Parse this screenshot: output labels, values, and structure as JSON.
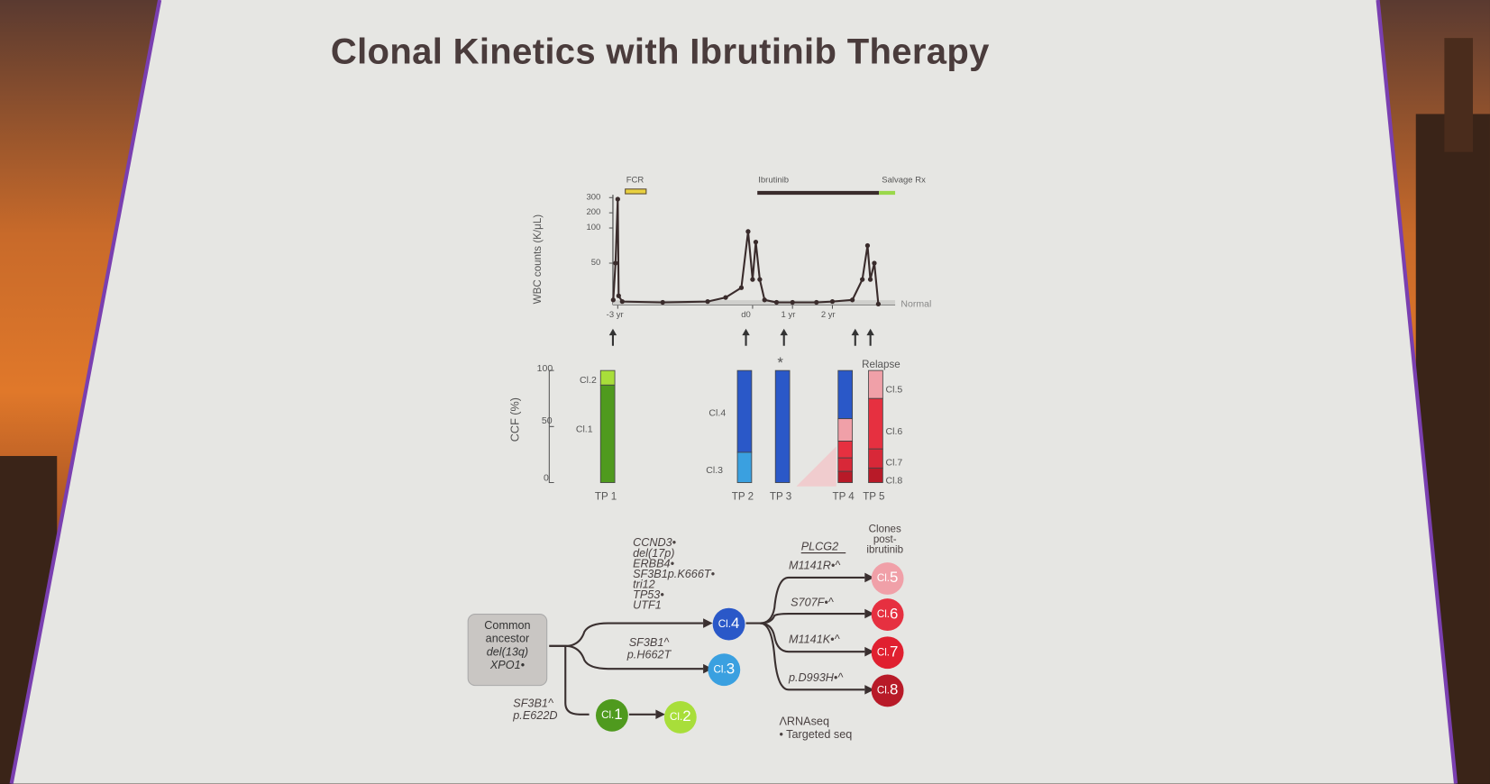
{
  "slide": {
    "title": "Clonal Kinetics with Ibrutinib Therapy"
  },
  "colors": {
    "slide_bg": "#e6e6e3",
    "frame": "#7a3fb0",
    "green_dark": "#4f9a1e",
    "green_light": "#a8de3a",
    "blue_dark": "#2a58c8",
    "blue_light": "#3aa0e0",
    "pink": "#f0a0a8",
    "red": "#e63040",
    "red_dark": "#b81a28"
  },
  "chart_data": [
    {
      "type": "line",
      "title": "",
      "ylabel": "WBC counts (K/μL)",
      "yticks": [
        "300",
        "200",
        "100",
        "50"
      ],
      "xticks": [
        {
          "t": -3,
          "label": "-3 yr"
        },
        {
          "t": 0,
          "label": "d0"
        },
        {
          "t": 1,
          "label": "1 yr"
        },
        {
          "t": 2,
          "label": "2 yr"
        }
      ],
      "normal_label": "Normal",
      "therapies": [
        {
          "label": "FCR",
          "start": -3.05,
          "end": -2.55,
          "color": "#e8d040"
        },
        {
          "label": "Ibrutinib",
          "start": 0.1,
          "end": 3.0,
          "color": "#3a2c2c"
        },
        {
          "label": "Salvage Rx",
          "start": 3.0,
          "end": 3.4,
          "color": "#9ad84a"
        }
      ],
      "points": [
        [
          -3.1,
          5
        ],
        [
          -3.05,
          50
        ],
        [
          -3.0,
          290
        ],
        [
          -2.98,
          10
        ],
        [
          -2.9,
          3
        ],
        [
          -2.0,
          2
        ],
        [
          -1.0,
          3
        ],
        [
          -0.6,
          8
        ],
        [
          -0.25,
          20
        ],
        [
          -0.1,
          95
        ],
        [
          0.0,
          30
        ],
        [
          0.08,
          80
        ],
        [
          0.18,
          30
        ],
        [
          0.3,
          5
        ],
        [
          0.6,
          2
        ],
        [
          1.0,
          2
        ],
        [
          1.6,
          2
        ],
        [
          2.0,
          3
        ],
        [
          2.5,
          5
        ],
        [
          2.75,
          30
        ],
        [
          2.88,
          75
        ],
        [
          2.95,
          30
        ],
        [
          3.05,
          50
        ],
        [
          3.15,
          0
        ]
      ]
    },
    {
      "type": "bar",
      "ylabel": "CCF (%)",
      "yticks": [
        "100",
        "50",
        "0"
      ],
      "annotation": "Relapse",
      "asterisk": "*",
      "timepoints": [
        {
          "label": "TP 1",
          "segments": [
            {
              "clone": "Cl.2",
              "value": 13,
              "color": "#a8de3a"
            },
            {
              "clone": "Cl.1",
              "value": 87,
              "color": "#4f9a1e"
            }
          ]
        },
        {
          "label": "TP 2",
          "segments": [
            {
              "clone": "Cl.4",
              "value": 73,
              "color": "#2a58c8"
            },
            {
              "clone": "Cl.3",
              "value": 27,
              "color": "#3aa0e0"
            }
          ]
        },
        {
          "label": "TP 3",
          "segments": [
            {
              "clone": "Cl.4",
              "value": 100,
              "color": "#2a58c8"
            }
          ]
        },
        {
          "label": "TP 4",
          "segments": [
            {
              "clone": "Cl.4",
              "value": 43,
              "color": "#2a58c8"
            },
            {
              "clone": "Cl.5",
              "value": 20,
              "color": "#f0a0a8"
            },
            {
              "clone": "Cl.6",
              "value": 15,
              "color": "#e63040"
            },
            {
              "clone": "Cl.7",
              "value": 12,
              "color": "#d82838"
            },
            {
              "clone": "Cl.8",
              "value": 10,
              "color": "#b81a28"
            }
          ]
        },
        {
          "label": "TP 5",
          "segments": [
            {
              "clone": "Cl.5",
              "value": 25,
              "color": "#f0a0a8"
            },
            {
              "clone": "Cl.6",
              "value": 45,
              "color": "#e63040"
            },
            {
              "clone": "Cl.7",
              "value": 17,
              "color": "#d82838"
            },
            {
              "clone": "Cl.8",
              "value": 13,
              "color": "#b81a28"
            }
          ]
        }
      ],
      "clone_labels": {
        "tp1": [
          "Cl.2",
          "Cl.1"
        ],
        "tp2": [
          "Cl.4",
          "Cl.3"
        ],
        "tp5": [
          "Cl.5",
          "Cl.6",
          "Cl.7",
          "Cl.8"
        ]
      }
    }
  ],
  "tree": {
    "ancestor": [
      "Common",
      "ancestor",
      "del(13q)",
      "XPO1•"
    ],
    "branch_cl4": [
      "CCND3•",
      "del(17p)",
      "ERBB4•",
      "SF3B1p.K666T•",
      "tri12",
      "TP53•",
      "UTF1"
    ],
    "branch_cl3": [
      "SF3B1^",
      "p.H662T"
    ],
    "branch_cl1": [
      "SF3B1^",
      "p.E622D"
    ],
    "plcg2_header": "PLCG2",
    "plcg2": [
      "M1141R•^",
      "S707F•^",
      "M1141K•^",
      "p.D993H•^"
    ],
    "clones_header": [
      "Clones",
      "post-",
      "ibrutinib"
    ],
    "nodes": [
      {
        "prefix": "Cl.",
        "num": "4"
      },
      {
        "prefix": "Cl.",
        "num": "3"
      },
      {
        "prefix": "Cl.",
        "num": "1"
      },
      {
        "prefix": "Cl.",
        "num": "2"
      },
      {
        "prefix": "Cl.",
        "num": "5"
      },
      {
        "prefix": "Cl.",
        "num": "6"
      },
      {
        "prefix": "Cl.",
        "num": "7"
      },
      {
        "prefix": "Cl.",
        "num": "8"
      }
    ],
    "legend": [
      "ΛRNAseq",
      "• Targeted seq"
    ]
  }
}
